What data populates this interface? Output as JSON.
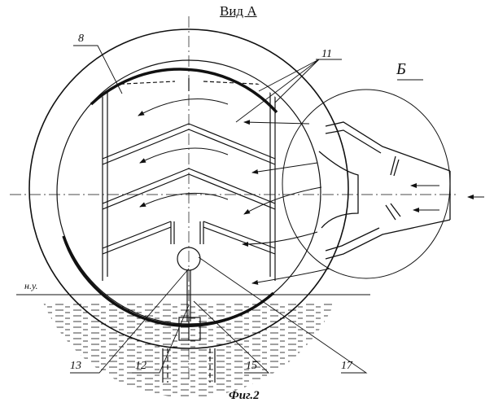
{
  "title": "Вид А",
  "caption": "Фиг.2",
  "labels": {
    "b": "Б",
    "n8": "8",
    "n11": "11",
    "nu": "н.у.",
    "n13": "13",
    "n12": "12",
    "n15": "15",
    "n17": "17"
  },
  "colors": {
    "line": "#111111",
    "background": "#ffffff"
  }
}
